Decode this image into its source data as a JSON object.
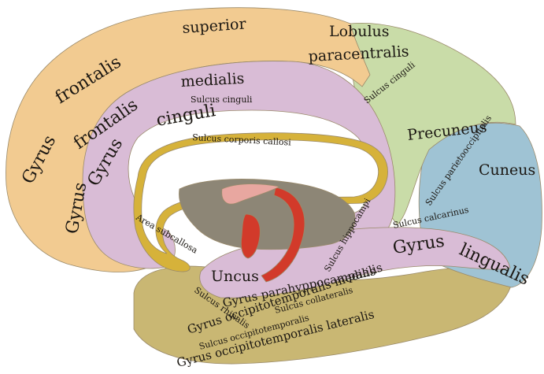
{
  "colors": {
    "frontal": "#F2CB91",
    "cingulate": "#D9BCD6",
    "parietal": "#C9DCA8",
    "occipital": "#9FC3D4",
    "temporal": "#C9B773",
    "corpus_callosum": "#FFFFFF",
    "callosum_outline": "#D6B23A",
    "fornix": "#D23A2A",
    "thalamus": "#8D8676"
  },
  "labels": {
    "gyrus_frontalis_superior_a": "Gyrus",
    "gyrus_frontalis_superior_b": "frontalis",
    "superior": "superior",
    "gyrus_frontalis_medialis_a": "frontalis",
    "medialis": "medialis",
    "gyrus_frontalis_medialis_b": "Gyrus",
    "lobulus": "Lobulus",
    "paracentralis": "paracentralis",
    "sulcus_cinguli_top": "Sulcus cinguli",
    "sulcus_cinguli_post": "Sulcus cinguli",
    "gyrus_cinguli_a": "Gyrus",
    "gyrus_cinguli_b": "cinguli",
    "sulcus_corporis_callosi": "Sulcus corporis callosi",
    "precuneus": "Precuneus",
    "sulcus_parietooccipitalis": "Sulcus parietooccipitalis",
    "cuneus": "Cuneus",
    "area_subcallosa": "Area subcallosa",
    "sulcus_hippocampi": "Sulcus hippocampi",
    "sulcus_calcarinus": "Sulcus calcarinus",
    "gyrus_lingualis_a": "Gyrus",
    "gyrus_lingualis_b": "lingualis",
    "uncus": "Uncus",
    "gyrus_parahippocampalis": "Gyrus parahyppocampalis",
    "sulcus_collateralis": "Sulcus collateralis",
    "sulcus_rhinalis": "Sulcus rhinalis",
    "gyrus_occipitotemporalis_medialis": "Gyrus occipitotemporalis medialis",
    "sulcus_occipitotemporalis": "Sulcus occipitotemporalis",
    "gyrus_occipitotemporalis_lateralis": "Gyrus occipitotemporalis lateralis"
  }
}
